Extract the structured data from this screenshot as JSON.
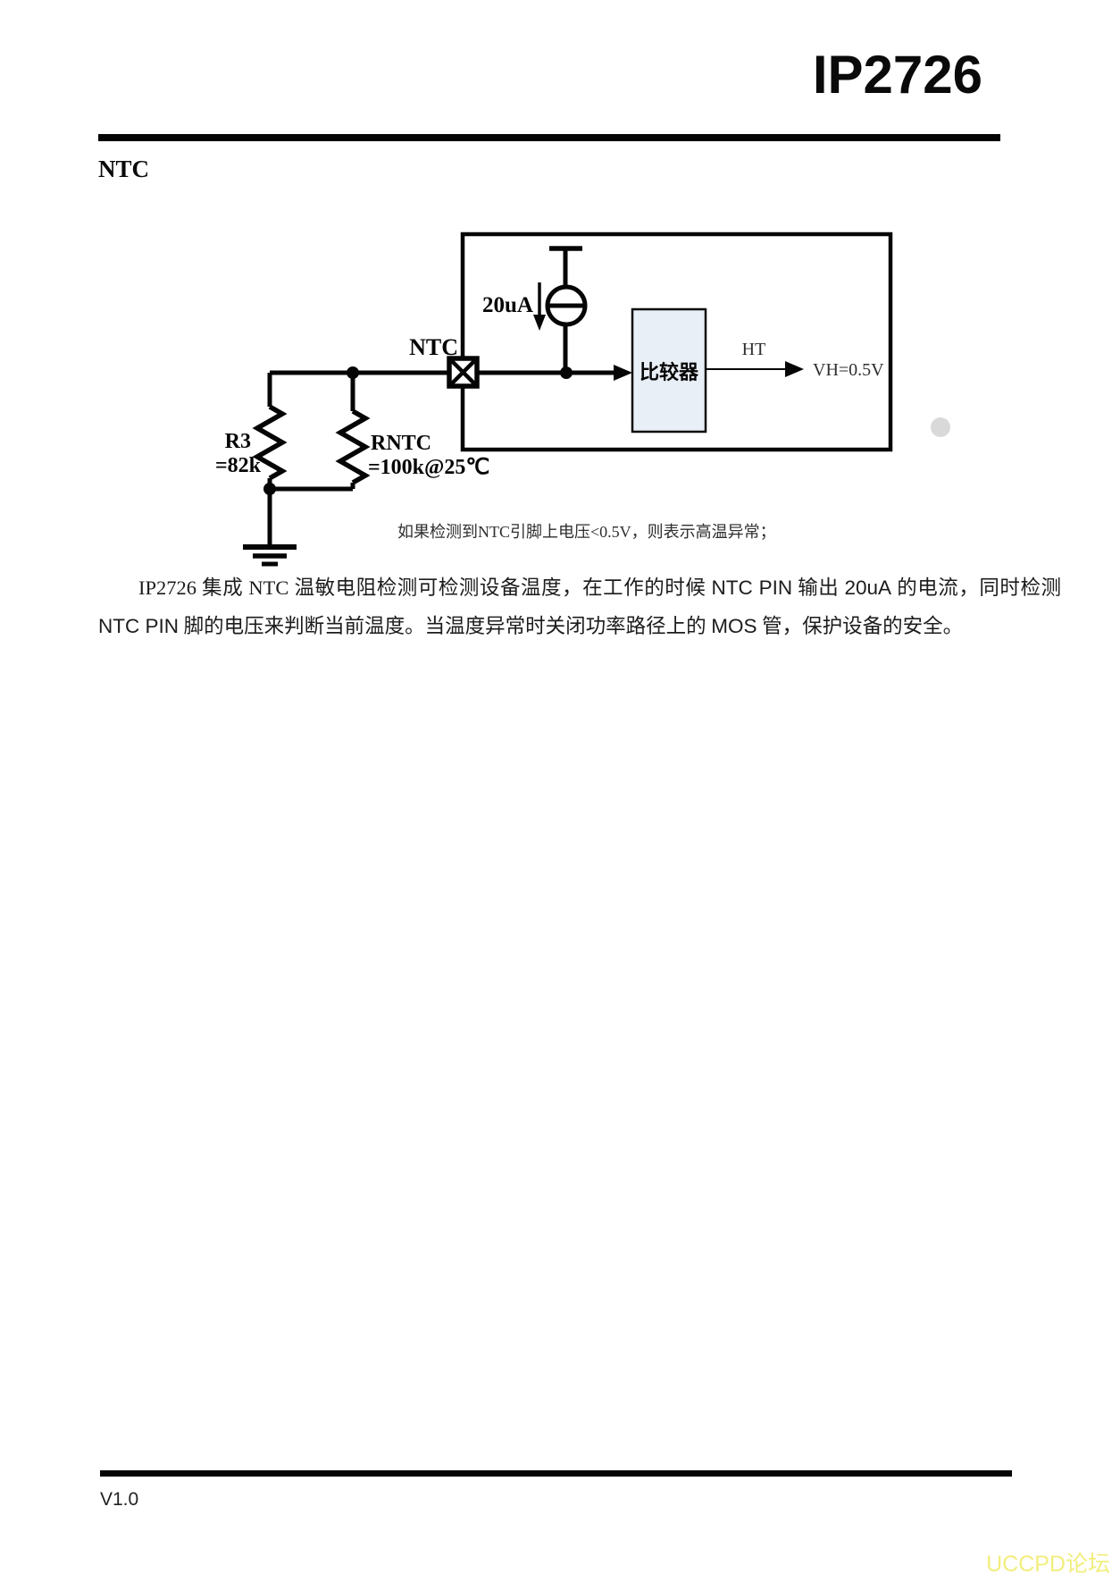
{
  "page": {
    "title": "IP2726",
    "section_heading": "NTC",
    "footer_version": "V1.0",
    "watermark": "UCCPD论坛"
  },
  "diagram": {
    "pin_label": "NTC",
    "current_source_label": "20uA",
    "resistor_r3_name": "R3",
    "resistor_r3_value": "=82k",
    "resistor_rntc_name": "RNTC",
    "resistor_rntc_value": "=100k@25℃",
    "comparator_label": "比较器",
    "output_signal_label": "HT",
    "threshold_label": "VH=0.5V",
    "note": "如果检测到NTC引脚上电压<0.5V，则表示高温异常；",
    "colors": {
      "wire": "#050505",
      "comparator_fill": "#e9eff7",
      "marker_gray": "#d9d9d9",
      "watermark": "#f2ee7d"
    }
  },
  "body": {
    "paragraph_segments": [
      {
        "text": "IP2726 集成 NTC 温敏电阻检测可检测设备温度，在工作的时候 ",
        "style": "serif"
      },
      {
        "text": "NTC PIN",
        "style": "sans"
      },
      {
        "text": " 输出 ",
        "style": "serif"
      },
      {
        "text": "20uA",
        "style": "sans"
      },
      {
        "text": " 的电流，同时检测 ",
        "style": "serif"
      },
      {
        "text": "NTC PIN",
        "style": "sans"
      },
      {
        "text": " 脚的电压来判断当前温度。当温度异常时关闭功率路径上的 ",
        "style": "serif"
      },
      {
        "text": "MOS",
        "style": "sans"
      },
      {
        "text": " 管，保护设备的安全。",
        "style": "serif"
      }
    ]
  }
}
